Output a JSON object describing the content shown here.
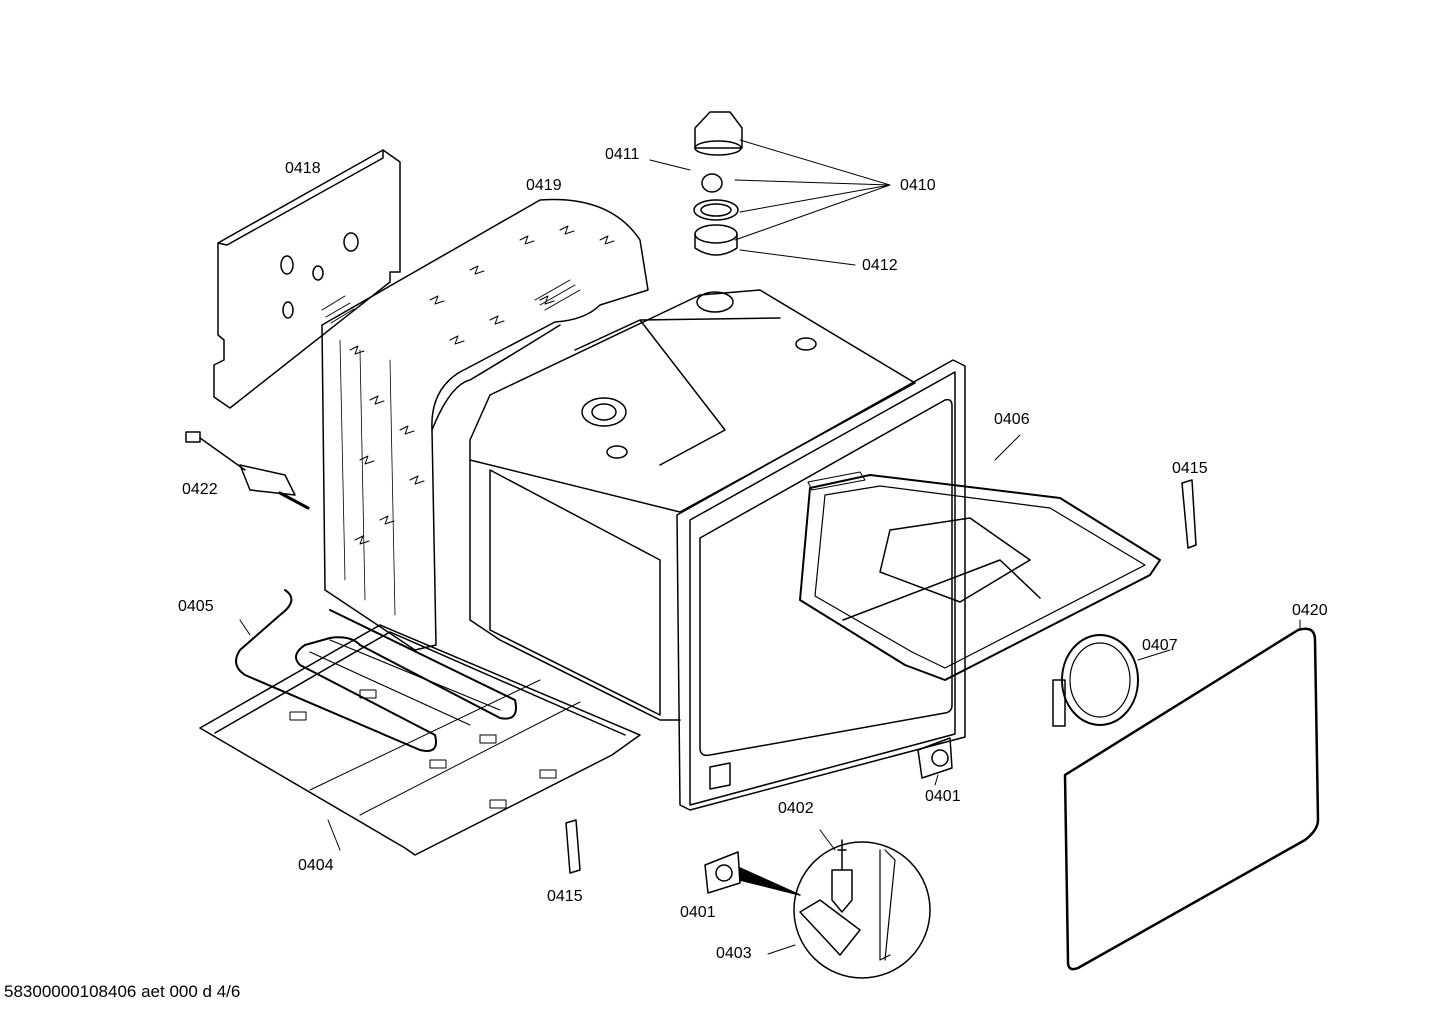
{
  "diagram": {
    "labels": {
      "p0401a": "0401",
      "p0401b": "0401",
      "p0402": "0402",
      "p0403": "0403",
      "p0404": "0404",
      "p0405": "0405",
      "p0406": "0406",
      "p0407": "0407",
      "p0410": "0410",
      "p0411": "0411",
      "p0412": "0412",
      "p0415a": "0415",
      "p0415b": "0415",
      "p0418": "0418",
      "p0419": "0419",
      "p0420": "0420",
      "p0422": "0422"
    },
    "footer": "58300000108406 aet 000 d 4/6"
  }
}
